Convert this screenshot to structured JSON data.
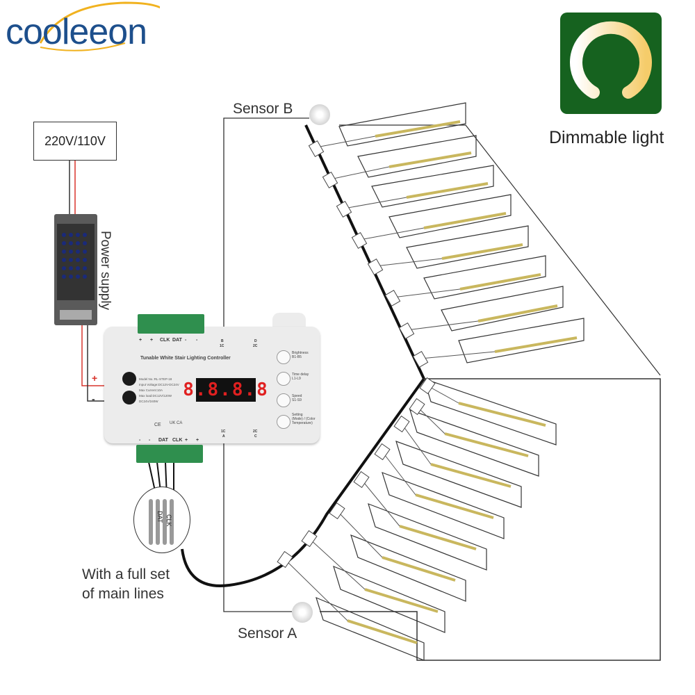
{
  "brand": {
    "logo_text": "cooleeon"
  },
  "dimmable": {
    "label": "Dimmable light",
    "box_color": "#16621f"
  },
  "power": {
    "voltage_label": "220V/110V",
    "supply_label": "Power supply",
    "plus": "+",
    "minus": "-"
  },
  "sensors": {
    "a_label": "Sensor A",
    "b_label": "Sensor B"
  },
  "mainlines": {
    "line1": "With a full set",
    "line2": "of main lines",
    "wire_labels": [
      "DAT",
      "CLK"
    ]
  },
  "controller": {
    "title": "Tunable White Stair Lighting Controller",
    "specs": [
      "Model No.:RL-STEP-18",
      "Input Voltage:DC12V-DC24V",
      "Max Current:10A",
      "Max load:DC12V/120W",
      "DC24V/240W"
    ],
    "display": "8.8.8.8",
    "top_terminals": [
      "+",
      "+",
      "CLK",
      "DAT",
      "-",
      "-"
    ],
    "bottom_terminals": [
      "-",
      "-",
      "DAT",
      "CLK",
      "+",
      "+"
    ],
    "top_port_labels": [
      "B",
      "1C",
      "D",
      "2C"
    ],
    "bottom_port_labels": [
      "1C",
      "A",
      "2C",
      "C"
    ],
    "buttons": [
      {
        "label": "Brightness",
        "sub": "B1-B5"
      },
      {
        "label": "Time delay",
        "sub": "L1-L9"
      },
      {
        "label": "Speed",
        "sub": "S1-S9"
      },
      {
        "label": "Setting",
        "sub": "(Mode) / (Color Temperature)"
      }
    ],
    "cert_marks": [
      "CE",
      "UK CA"
    ]
  },
  "colors": {
    "wire_red": "#d8332b",
    "led": "#f3e7a8",
    "brand_blue": "#1d4f8c",
    "terminal_green": "#2f8f4e"
  }
}
